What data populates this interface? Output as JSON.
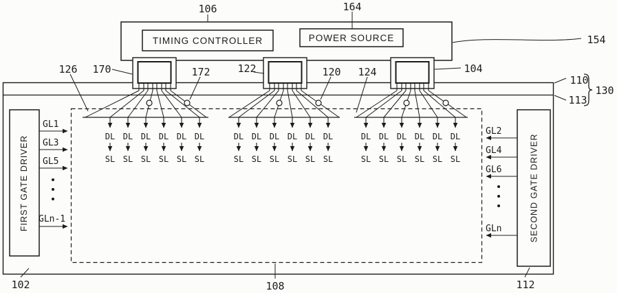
{
  "diagram": {
    "type": "display-device-block-diagram",
    "blocks": {
      "timing_controller": "TIMING CONTROLLER",
      "power_source": "POWER SOURCE",
      "first_gate_driver": "FIRST GATE DRIVER",
      "second_gate_driver": "SECOND GATE DRIVER"
    },
    "refs": {
      "timing_controller": "106",
      "power_source": "164",
      "control_board": "154",
      "fanout_region": "126",
      "source_chip_1": "170",
      "test_point_1": "172",
      "source_chip_2": "122",
      "test_point_2": "120",
      "line_124": "124",
      "source_chip_3": "104",
      "line_110": "110",
      "line_113": "113",
      "panel_group": "130",
      "first_gate_driver": "102",
      "display_area": "108",
      "second_gate_driver": "112"
    },
    "gate_lines_left": [
      "GL1",
      "GL3",
      "GL5",
      "GLn-1"
    ],
    "gate_lines_right": [
      "GL2",
      "GL4",
      "GL6",
      "GLn"
    ],
    "line_labels": {
      "dl": "DL",
      "sl": "SL"
    },
    "fanout": {
      "groups": 3,
      "data_lines_per_group": 6
    }
  }
}
